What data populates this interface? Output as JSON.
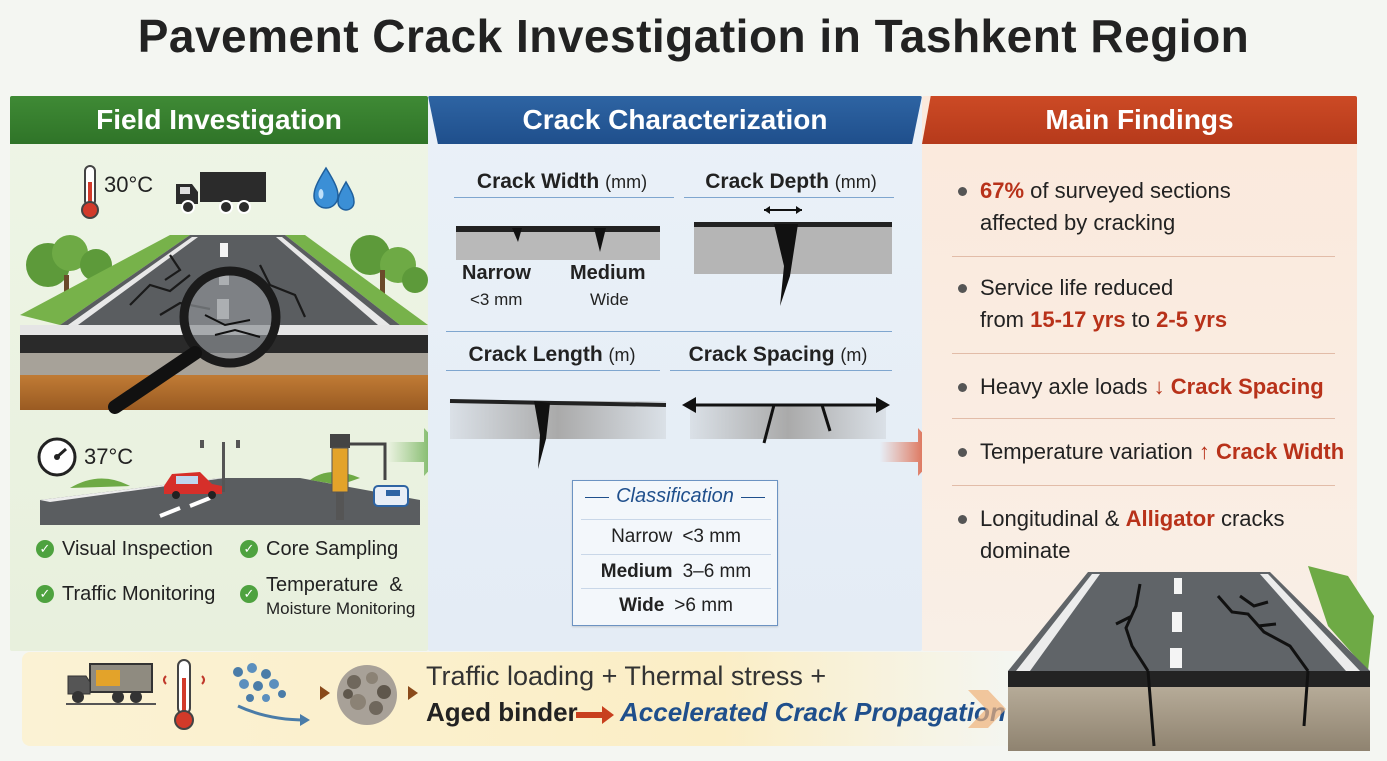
{
  "title": "Pavement Crack Investigation in Tashkent Region",
  "panels": {
    "field": {
      "heading": "Field Investigation",
      "temp_top": "30°C",
      "temp_bottom": "37°C",
      "methods": [
        "Visual Inspection",
        "Core Sampling",
        "Traffic Monitoring",
        "Temperature  &",
        "Moisture Monitoring"
      ]
    },
    "crack": {
      "heading": "Crack Characterization",
      "width_title": "Crack Width",
      "width_unit": "(mm)",
      "depth_title": "Crack Depth",
      "depth_unit": "(mm)",
      "narrow_label": "Narrow",
      "narrow_value": "<3 mm",
      "medium_label": "Medium",
      "medium_value": "Wide",
      "length_title": "Crack Length",
      "length_unit": "(m)",
      "spacing_title": "Crack Spacing",
      "spacing_unit": "(m)",
      "classification": {
        "title": "Classification",
        "rows": [
          {
            "class": "Narrow",
            "range": "<3 mm"
          },
          {
            "class": "Medium",
            "range": "3–6 mm"
          },
          {
            "class": "Wide",
            "range": ">6 mm"
          }
        ]
      }
    },
    "findings": {
      "heading": "Main Findings",
      "f1_hl": "67%",
      "f1_a": "of surveyed sections",
      "f1_b": "affected by cracking",
      "f2_a": "Service life reduced",
      "f2_b": "from",
      "f2_hl1": "15-17 yrs",
      "f2_to": "to",
      "f2_hl2": "2-5 yrs",
      "f3_a": "Heavy axle loads",
      "f3_arrow": "↓",
      "f3_hl": "Crack Spacing",
      "f4_a": "Temperature variation",
      "f4_arrow": "↑",
      "f4_hl": "Crack Width",
      "f5_a": "Longitudinal &",
      "f5_hl": "Alligator",
      "f5_b": "cracks",
      "f5_c": "dominate"
    }
  },
  "bottom": {
    "line1": "Traffic loading + Thermal stress +",
    "line2_a": "Aged binder",
    "line2_b": "Accelerated Crack Propagation"
  },
  "colors": {
    "green": "#2f7428",
    "blue": "#1f4f8c",
    "red": "#b8321a"
  }
}
